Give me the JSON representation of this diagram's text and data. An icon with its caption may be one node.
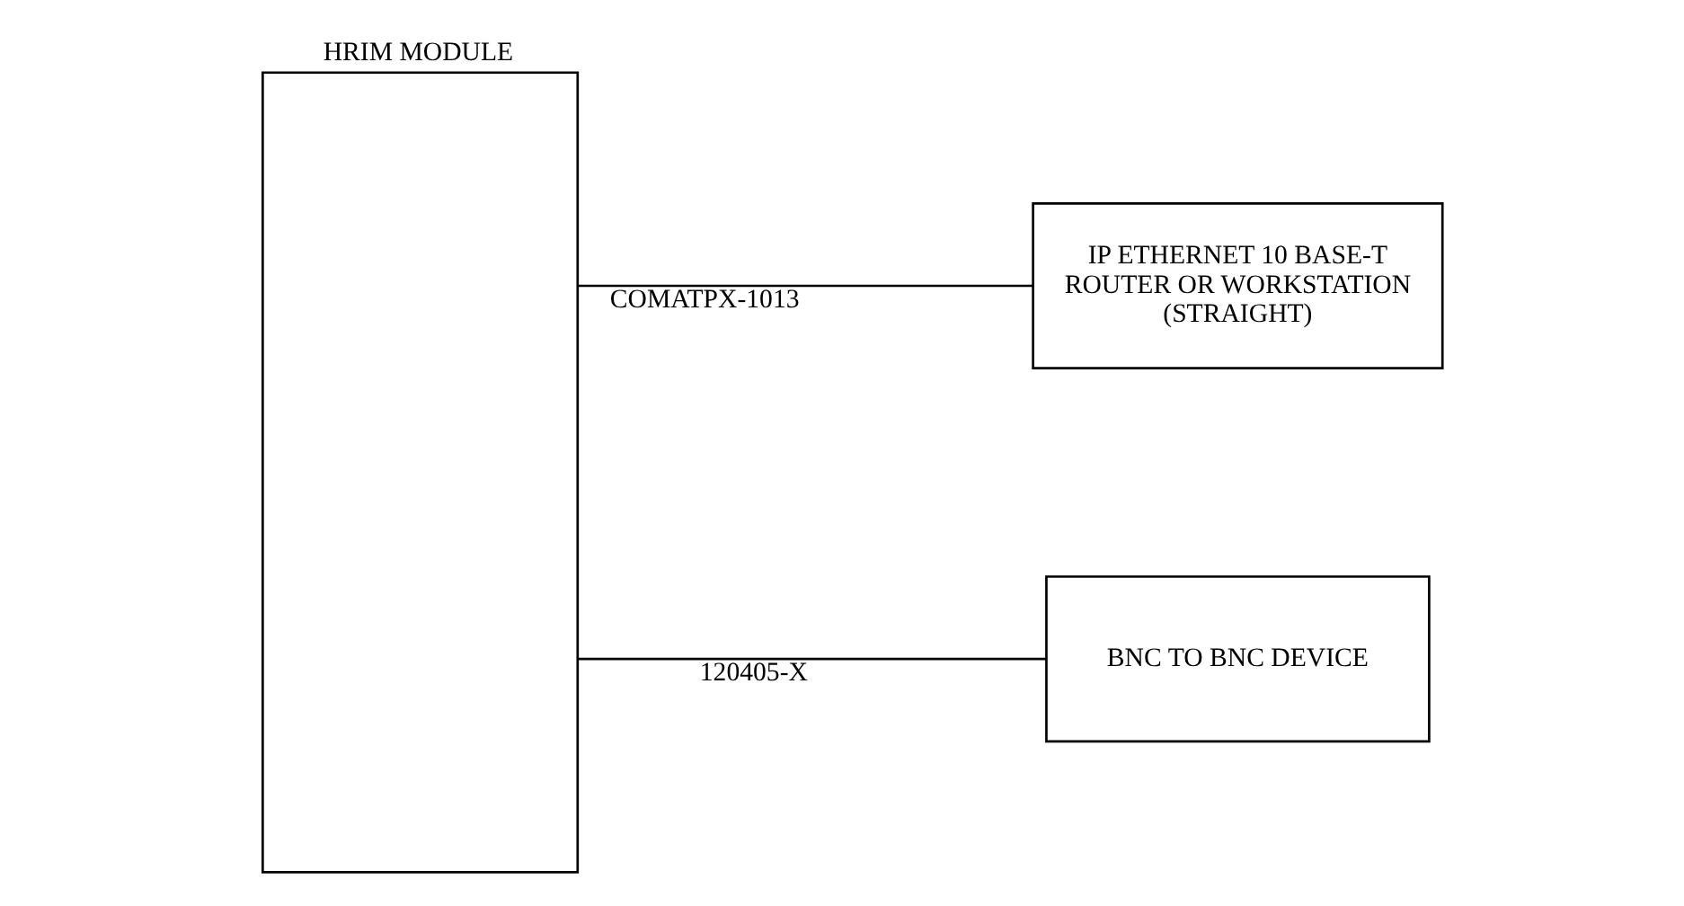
{
  "diagram": {
    "nodes": [
      {
        "text": [
          "HRIM MODULE"
        ]
      },
      {
        "text": [
          "IP ETHERNET 10 BASE-T ROUTER OR WORKSTATION (STRAIGHT)"
        ]
      },
      {
        "text": [
          "BNC TO BNC DEVICE"
        ]
      }
    ],
    "edges": [
      {
        "from": 0,
        "to": 1,
        "arrow": "none",
        "label": "COMATPX-1013"
      },
      {
        "from": 0,
        "to": 2,
        "arrow": "none",
        "label": "120405-X"
      }
    ]
  }
}
